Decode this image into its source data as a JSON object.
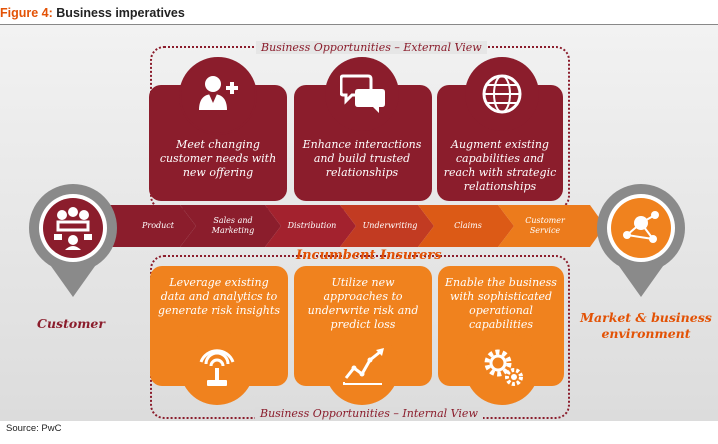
{
  "figure": {
    "number_label": "Figure 4:",
    "title": "Business imperatives"
  },
  "external_view_label": "Business Opportunities – External View",
  "internal_view_label": "Business Opportunities – Internal View",
  "top_cards": [
    {
      "text": "Meet changing customer needs with new offering",
      "icon": "person-plus-icon"
    },
    {
      "text": "Enhance interactions and build trusted relationships",
      "icon": "chat-bubbles-icon"
    },
    {
      "text": "Augment existing capabilities and reach with strategic relationships",
      "icon": "globe-icon"
    }
  ],
  "value_chain": [
    "Product",
    "Sales and Marketing",
    "Distribution",
    "Underwriting",
    "Claims",
    "Customer Service"
  ],
  "center_label": "Incumbent Insurers",
  "bottom_cards": [
    {
      "text": "Leverage existing data and analytics to generate risk insights",
      "icon": "signal-joystick-icon"
    },
    {
      "text": "Utilize new approaches to underwrite risk and predict loss",
      "icon": "line-chart-icon"
    },
    {
      "text": "Enable the business with sophisticated operational capabilities",
      "icon": "gears-icon"
    }
  ],
  "left_node": {
    "label": "Customer",
    "icon": "people-group-icon"
  },
  "right_node": {
    "label_line1": "Market & business",
    "label_line2": "environment",
    "icon": "network-nodes-icon"
  },
  "source": "Source: PwC",
  "colors": {
    "red": "#8b1d2c",
    "orange": "#f0821e",
    "accent": "#e35205",
    "gray": "#8a8a8a"
  }
}
